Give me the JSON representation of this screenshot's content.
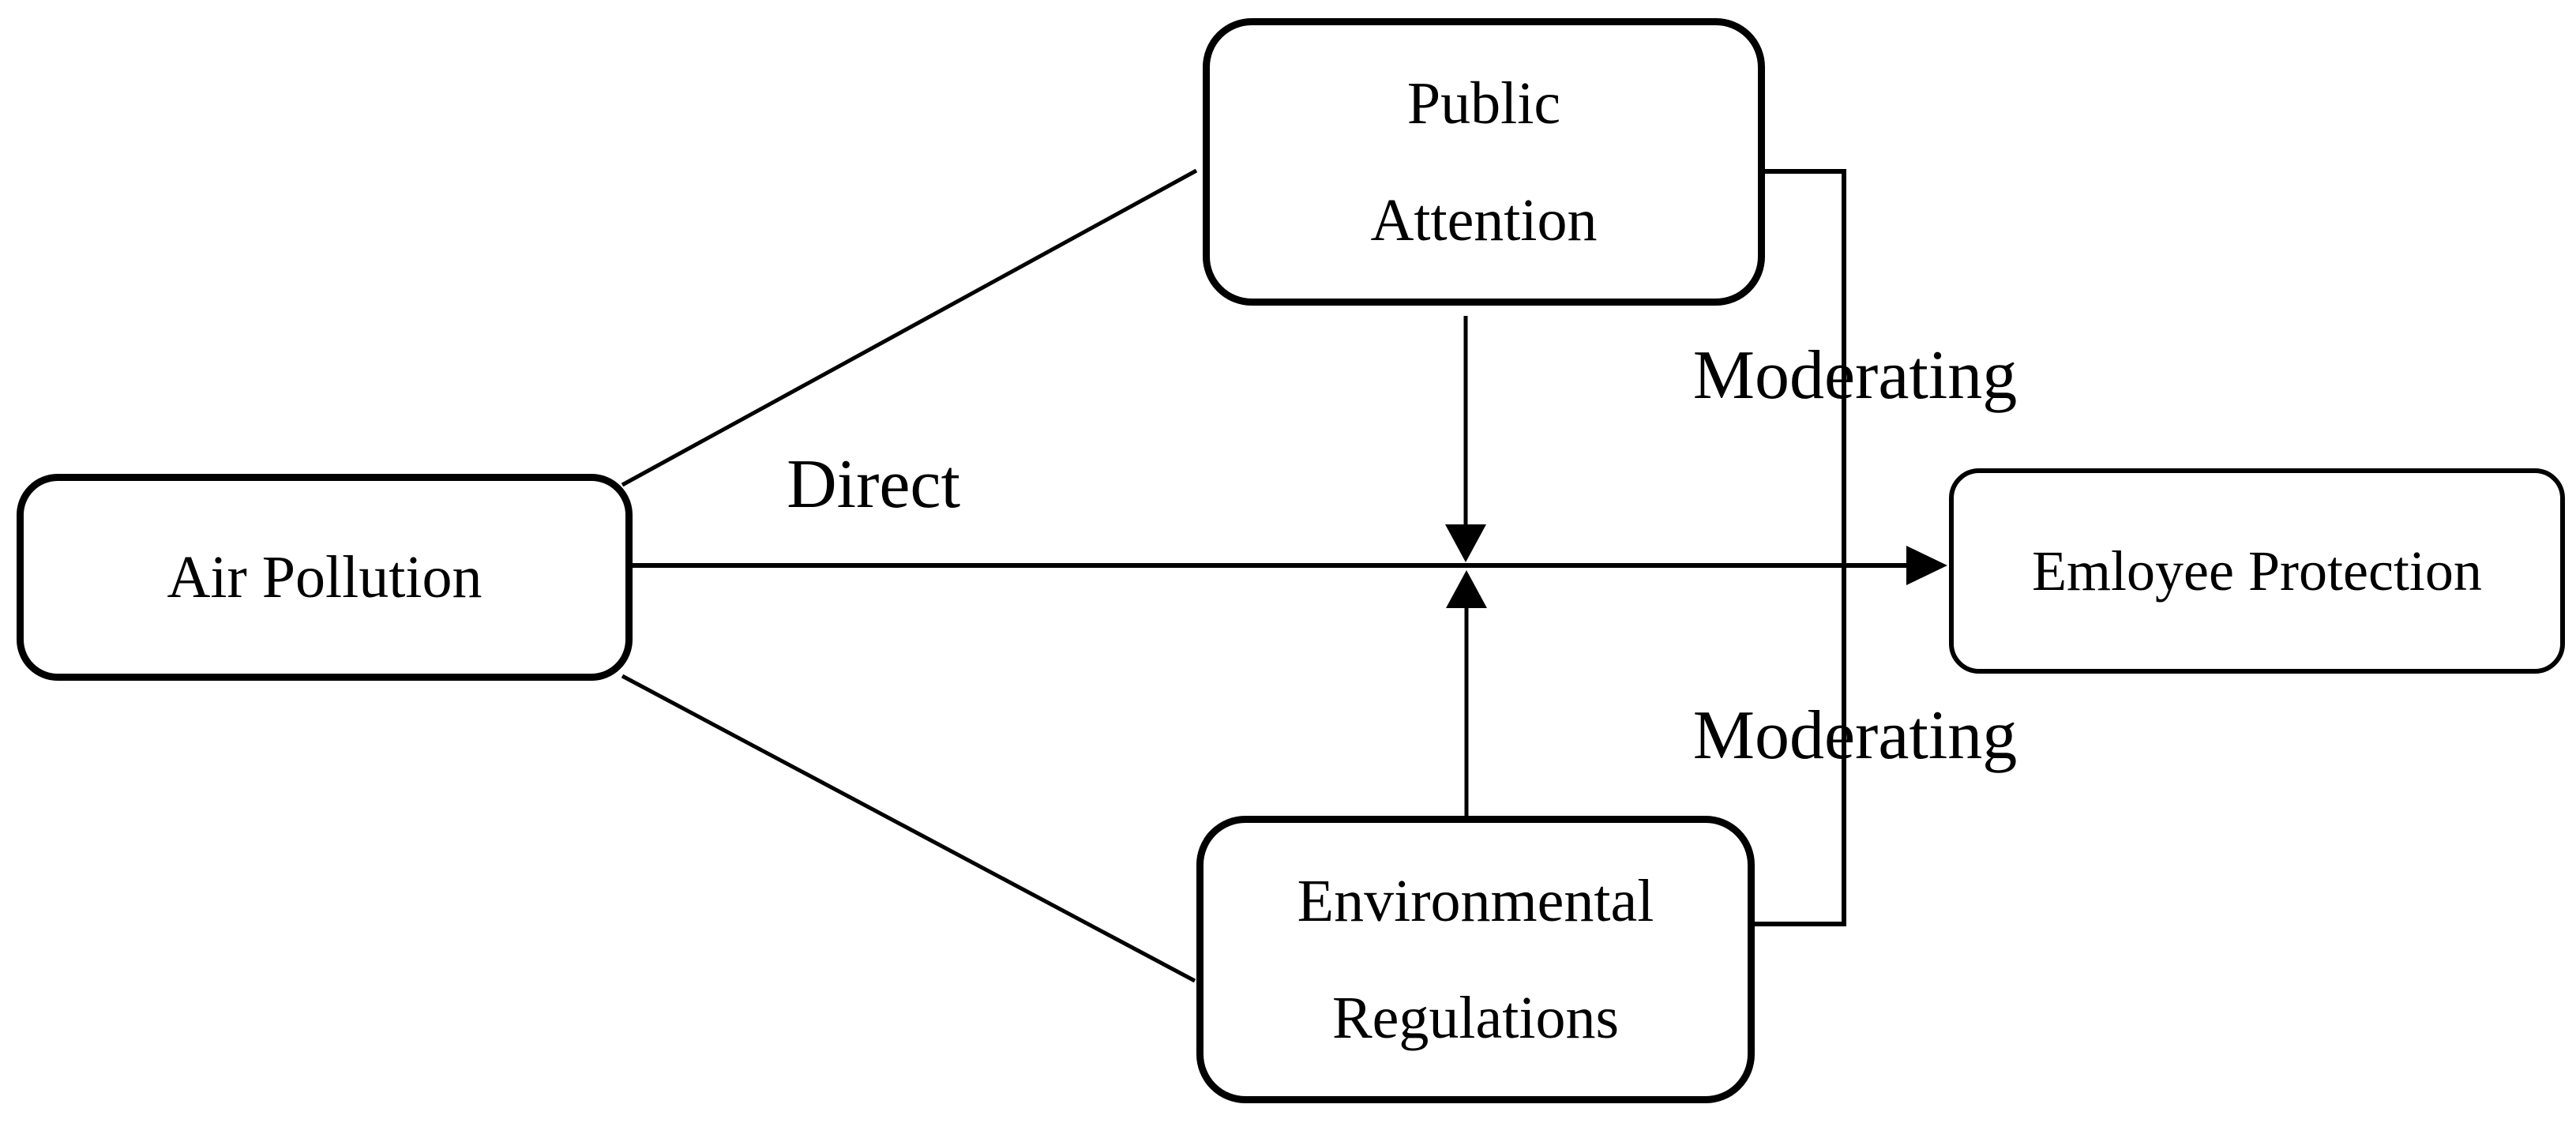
{
  "diagram": {
    "title": "moderation model: air pollution to employee protection",
    "colors": {
      "ink": "#000000",
      "background": "#ffffff"
    },
    "nodes": {
      "air_pollution": {
        "label": "Air Pollution"
      },
      "public_attention": {
        "line1": "Public",
        "line2": "Attention"
      },
      "environmental_regulations": {
        "line1": "Environmental",
        "line2": "Regulations"
      },
      "employee_protection": {
        "label": "Emloyee Protection"
      }
    },
    "edge_labels": {
      "direct": "Direct",
      "moderating_top": "Moderating",
      "moderating_bottom": "Moderating"
    }
  }
}
